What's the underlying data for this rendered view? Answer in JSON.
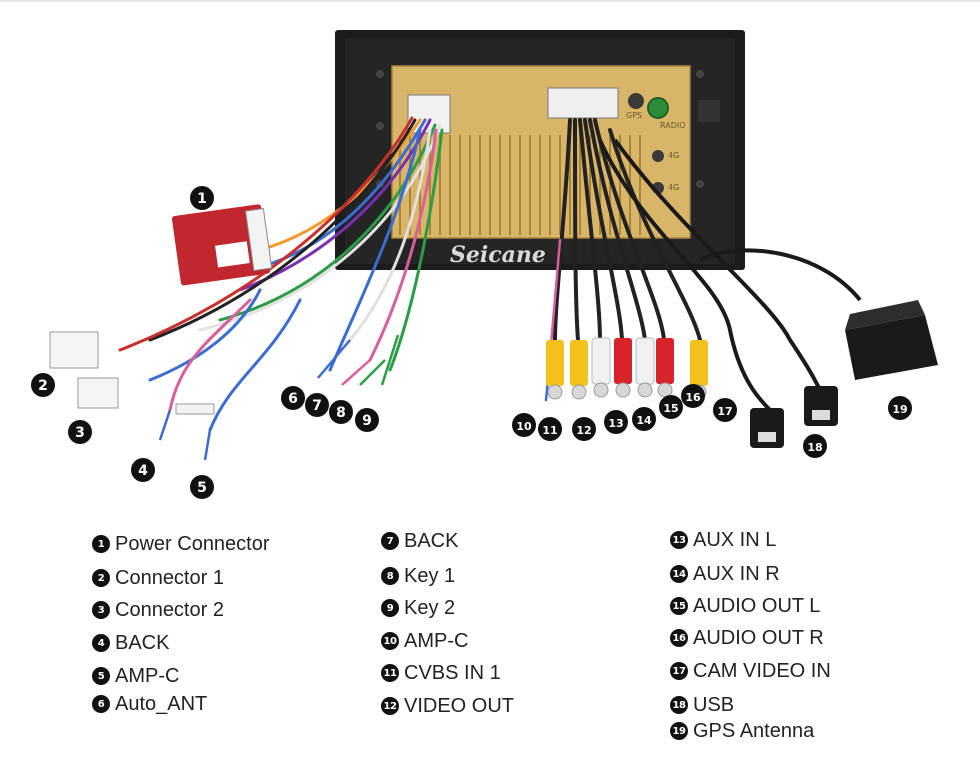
{
  "brand": "Seicane",
  "unit_labels": {
    "gps": "GPS",
    "radio": "RADIO",
    "four_g_1": "4G",
    "four_g_2": "4G"
  },
  "callouts": [
    {
      "num": "1"
    },
    {
      "num": "2"
    },
    {
      "num": "3"
    },
    {
      "num": "4"
    },
    {
      "num": "5"
    },
    {
      "num": "6"
    },
    {
      "num": "7"
    },
    {
      "num": "8"
    },
    {
      "num": "9"
    },
    {
      "num": "10"
    },
    {
      "num": "11"
    },
    {
      "num": "12"
    },
    {
      "num": "13"
    },
    {
      "num": "14"
    },
    {
      "num": "15"
    },
    {
      "num": "16"
    },
    {
      "num": "17"
    },
    {
      "num": "18"
    },
    {
      "num": "19"
    }
  ],
  "legend": [
    {
      "num": "1",
      "label": "Power Connector"
    },
    {
      "num": "2",
      "label": "Connector 1"
    },
    {
      "num": "3",
      "label": "Connector 2"
    },
    {
      "num": "4",
      "label": "BACK"
    },
    {
      "num": "5",
      "label": "AMP-C"
    },
    {
      "num": "6",
      "label": "Auto_ANT"
    },
    {
      "num": "7",
      "label": "BACK"
    },
    {
      "num": "8",
      "label": "Key 1"
    },
    {
      "num": "9",
      "label": "Key 2"
    },
    {
      "num": "10",
      "label": "AMP-C"
    },
    {
      "num": "11",
      "label": "CVBS IN 1"
    },
    {
      "num": "12",
      "label": "VIDEO OUT"
    },
    {
      "num": "13",
      "label": "AUX IN L"
    },
    {
      "num": "14",
      "label": "AUX IN R"
    },
    {
      "num": "15",
      "label": "AUDIO OUT L"
    },
    {
      "num": "16",
      "label": "AUDIO OUT R"
    },
    {
      "num": "17",
      "label": "CAM VIDEO IN"
    },
    {
      "num": "18",
      "label": "USB"
    },
    {
      "num": "19",
      "label": "GPS Antenna"
    }
  ],
  "colors": {
    "badge": "#111111",
    "panel": "#d9b56a",
    "housing": "#1c1c1c",
    "rca_yellow": "#f2c21b",
    "rca_white": "#f0f0f0",
    "rca_red": "#d8232a",
    "relay_box": "#c0282e"
  }
}
